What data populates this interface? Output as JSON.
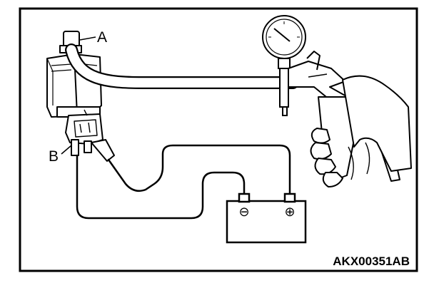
{
  "labels": {
    "a": "A",
    "b": "B"
  },
  "battery": {
    "negative_symbol": "⊖",
    "positive_symbol": "⊕"
  },
  "figure_code": "AKX00351AB",
  "colors": {
    "line": "#000000",
    "background": "#ffffff"
  },
  "icons": {
    "valve": "solenoid-valve-icon",
    "gauge": "vacuum-gauge-icon",
    "pump": "hand-vacuum-pump-icon",
    "hand": "hand-icon",
    "battery": "battery-icon"
  }
}
